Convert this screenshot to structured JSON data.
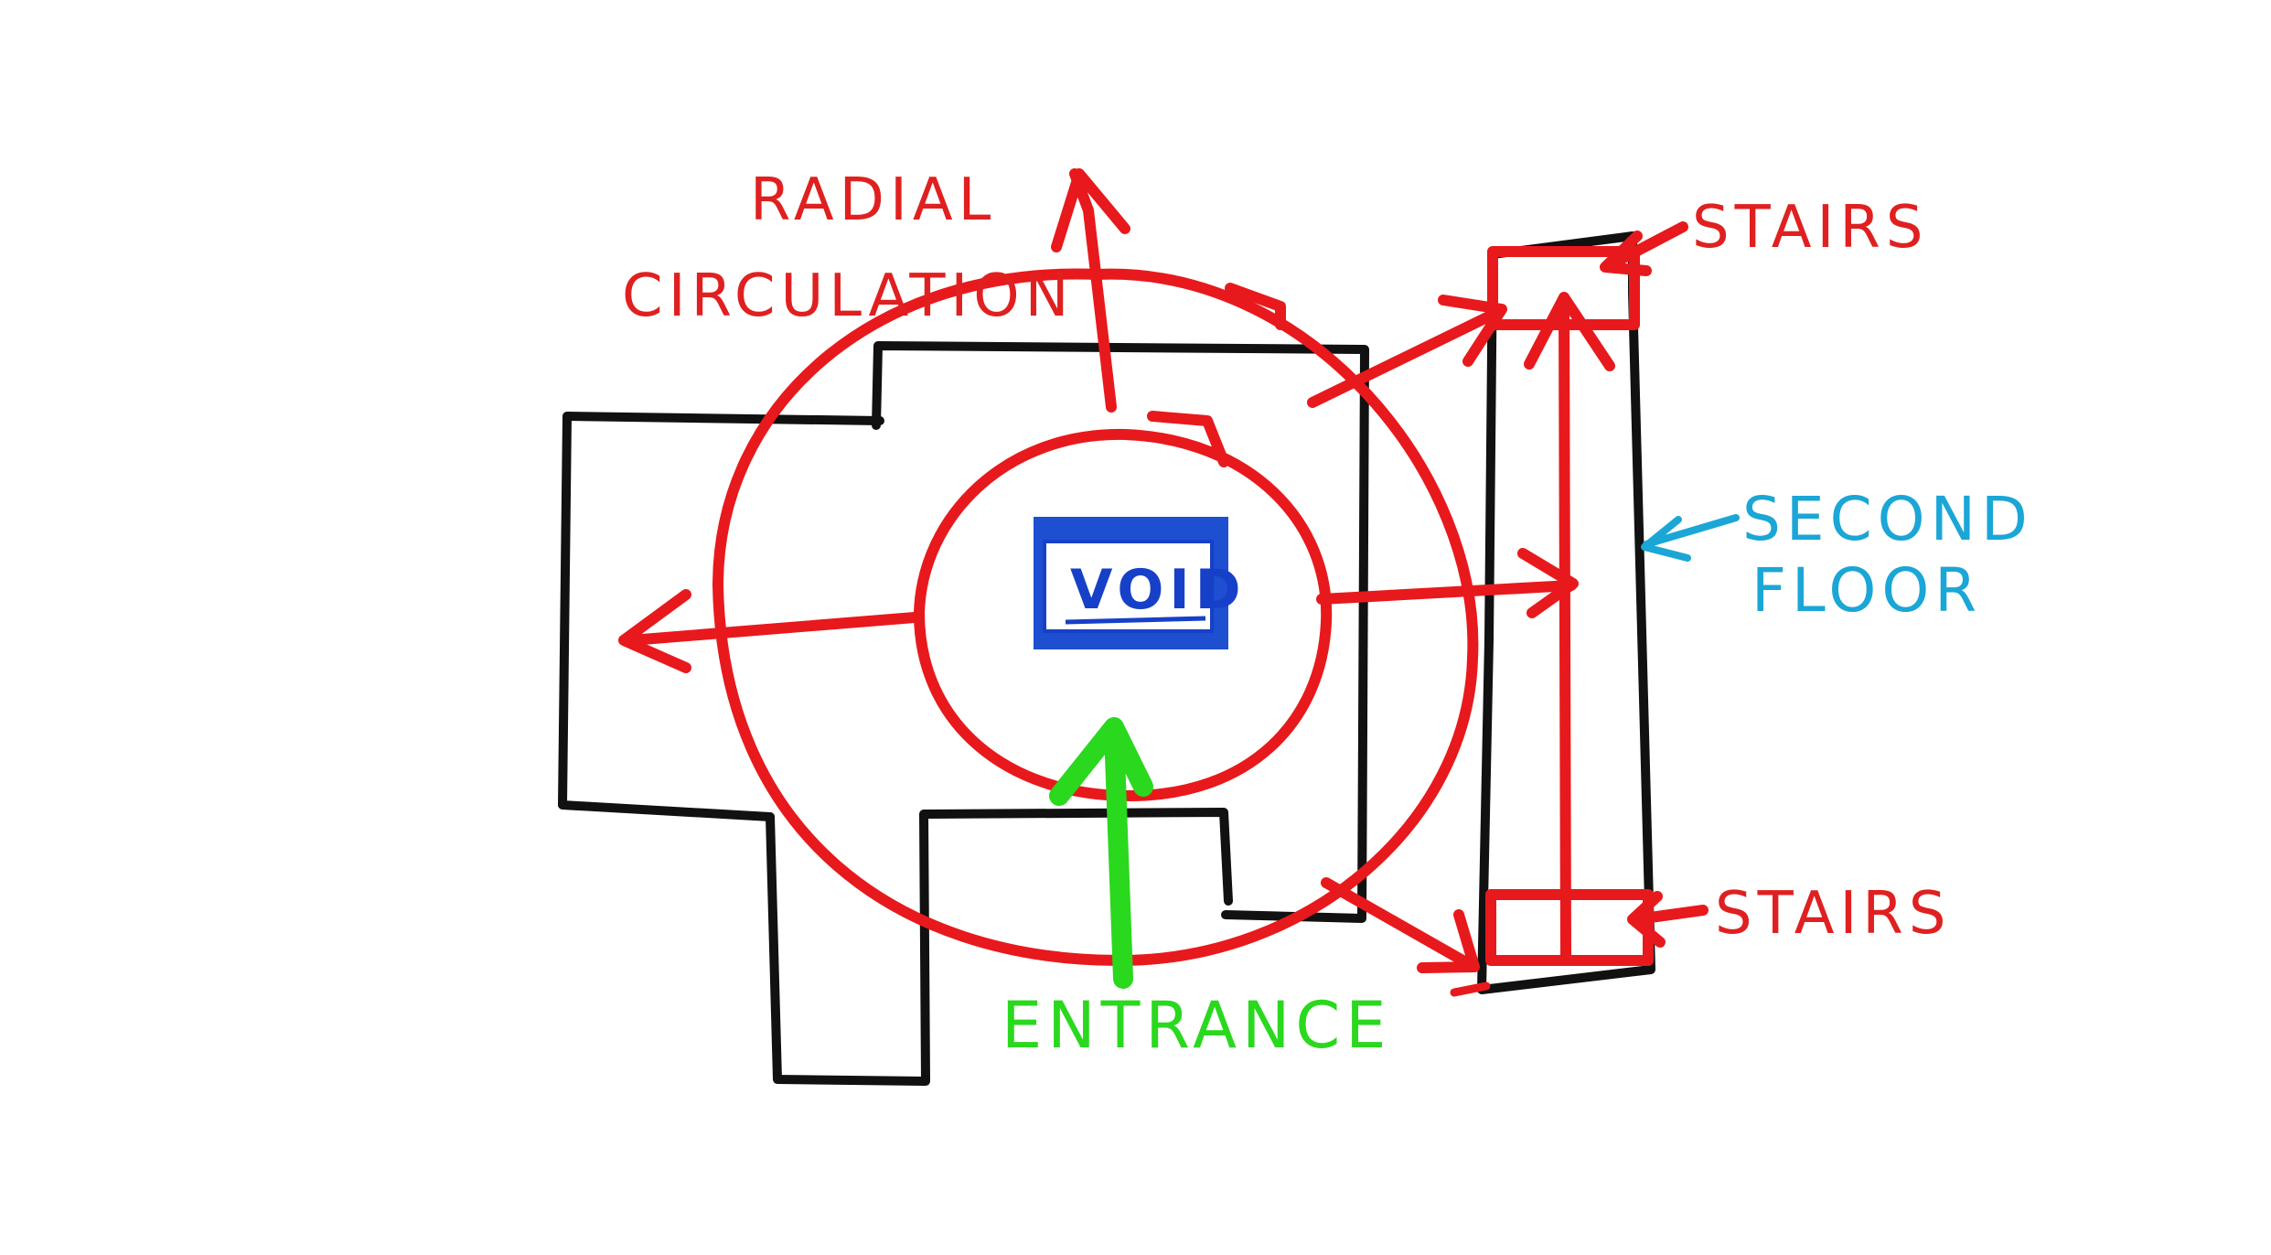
{
  "labels": {
    "radial": "RADIAL",
    "circulation": "CIRCULATION",
    "stairs_top": "STAIRS",
    "stairs_bottom": "STAIRS",
    "second": "SECOND",
    "floor": "FLOOR",
    "void": "VOID",
    "entrance": "ENTRANCE"
  },
  "colors": {
    "walls": "#111111",
    "circulation": "#e8191c",
    "entrance": "#2ad81e",
    "second_floor": "#1aa6d6",
    "void_fill": "#1d4fd0",
    "void_label": "#1740c8"
  }
}
